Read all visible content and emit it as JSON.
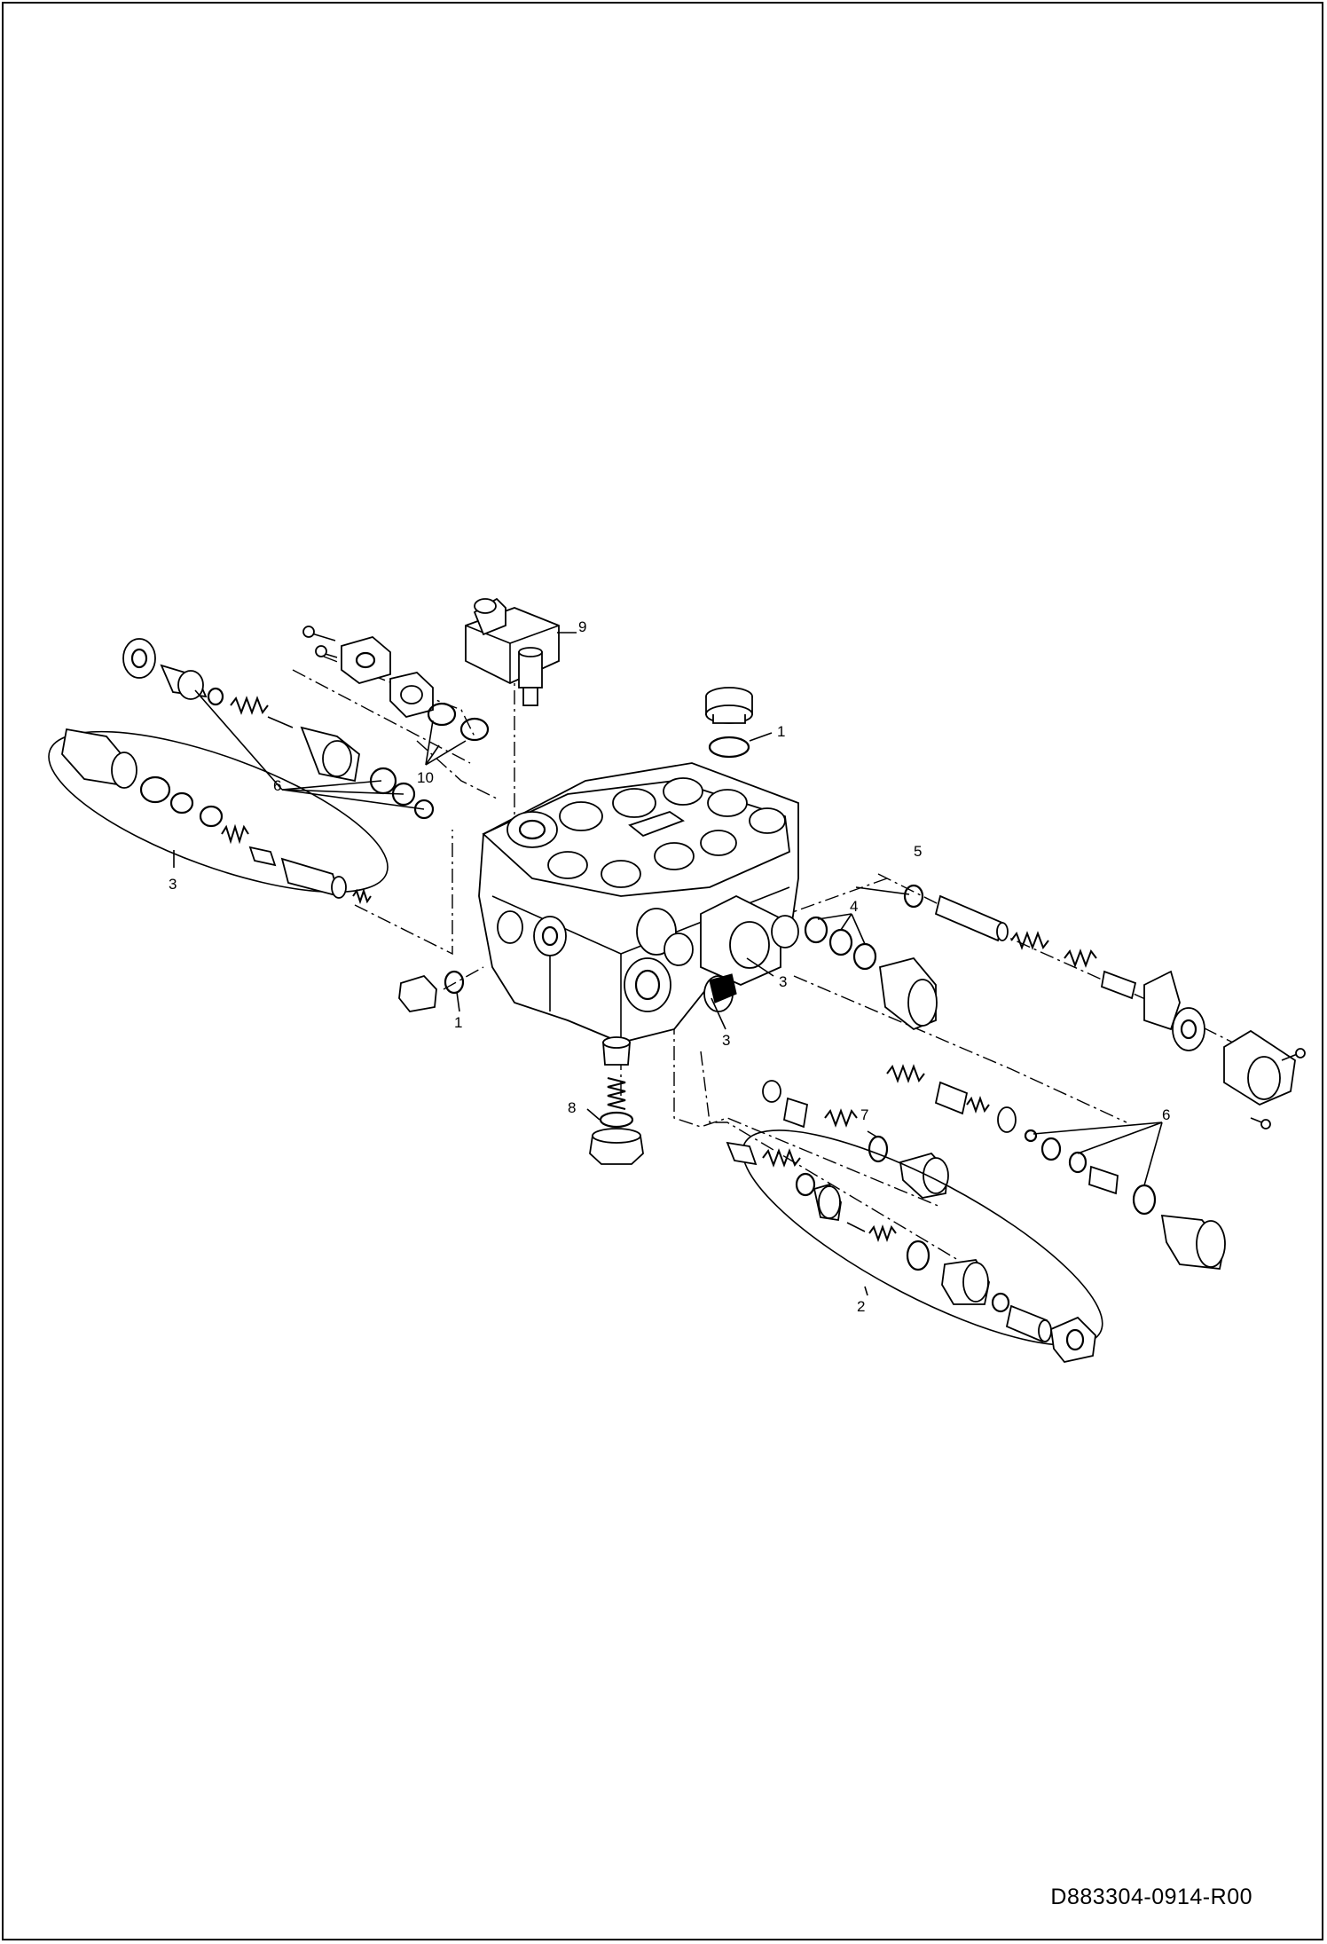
{
  "document_id": "D883304-0914-R00",
  "callouts": {
    "c1a": "1",
    "c1b": "1",
    "c2": "2",
    "c3a": "3",
    "c3b": "3",
    "c3c": "3",
    "c4": "4",
    "c5": "5",
    "c6a": "6",
    "c6b": "6",
    "c7": "7",
    "c8": "8",
    "c9": "9",
    "c10": "10"
  }
}
